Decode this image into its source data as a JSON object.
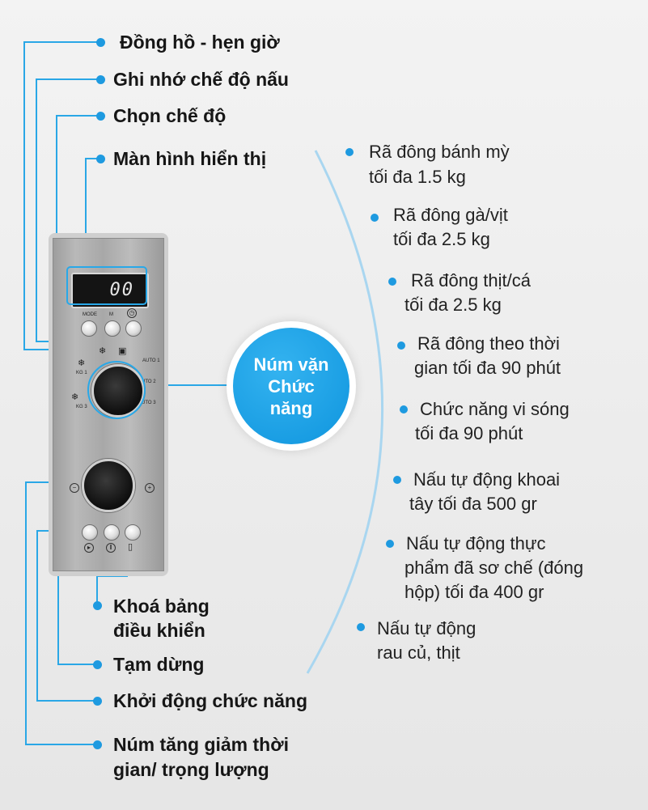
{
  "colors": {
    "accent": "#1e9ae0",
    "line": "#2aa7e6",
    "panel": "#b0b0b0"
  },
  "top_labels": {
    "clock_timer": "Đồng hồ - hẹn giờ",
    "memory_mode": "Ghi nhớ chế độ nấu",
    "select_mode": "Chọn chế độ",
    "display_screen": "Màn hình hiển thị"
  },
  "bottom_labels": {
    "panel_lock_line1": "Khoá bảng",
    "panel_lock_line2": "điều khiển",
    "pause": "Tạm dừng",
    "start_function": "Khởi động chức năng",
    "adjust_knob_line1": "Núm tăng giảm thời",
    "adjust_knob_line2": "gian/ trọng lượng"
  },
  "center_bubble": {
    "line1": "Núm vặn",
    "line2": "Chức",
    "line3": "năng"
  },
  "functions": [
    {
      "line1": "Rã đông bánh mỳ",
      "line2": "tối đa 1.5 kg"
    },
    {
      "line1": "Rã đông gà/vịt",
      "line2": "tối đa 2.5 kg"
    },
    {
      "line1": "Rã đông thịt/cá",
      "line2": "tối đa 2.5 kg"
    },
    {
      "line1": "Rã đông theo thời",
      "line2": "gian tối đa 90 phút"
    },
    {
      "line1": "Chức năng vi sóng",
      "line2": "tối đa 90 phút"
    },
    {
      "line1": "Nấu tự động khoai",
      "line2": "tây tối đa 500 gr"
    },
    {
      "line1": "Nấu tự động thực",
      "line2": "phẩm đã sơ chế (đóng",
      "line3": "hộp) tối đa 400 gr"
    },
    {
      "line1": "Nấu tự động",
      "line2": "rau củ, thịt"
    }
  ],
  "panel": {
    "display_value": "00",
    "btn_labels": {
      "mode": "MODE",
      "memory": "M"
    },
    "knob_labels": {
      "auto1": "AUTO 1",
      "auto2": "AUTO 2",
      "auto3": "AUTO 3",
      "kg1": "KG 1",
      "kg3": "KG 3"
    },
    "icons": [
      "clock-icon",
      "snowflake-icon",
      "microwave-icon",
      "minus-icon",
      "plus-icon",
      "play-icon",
      "pause-icon",
      "lock-icon"
    ]
  }
}
